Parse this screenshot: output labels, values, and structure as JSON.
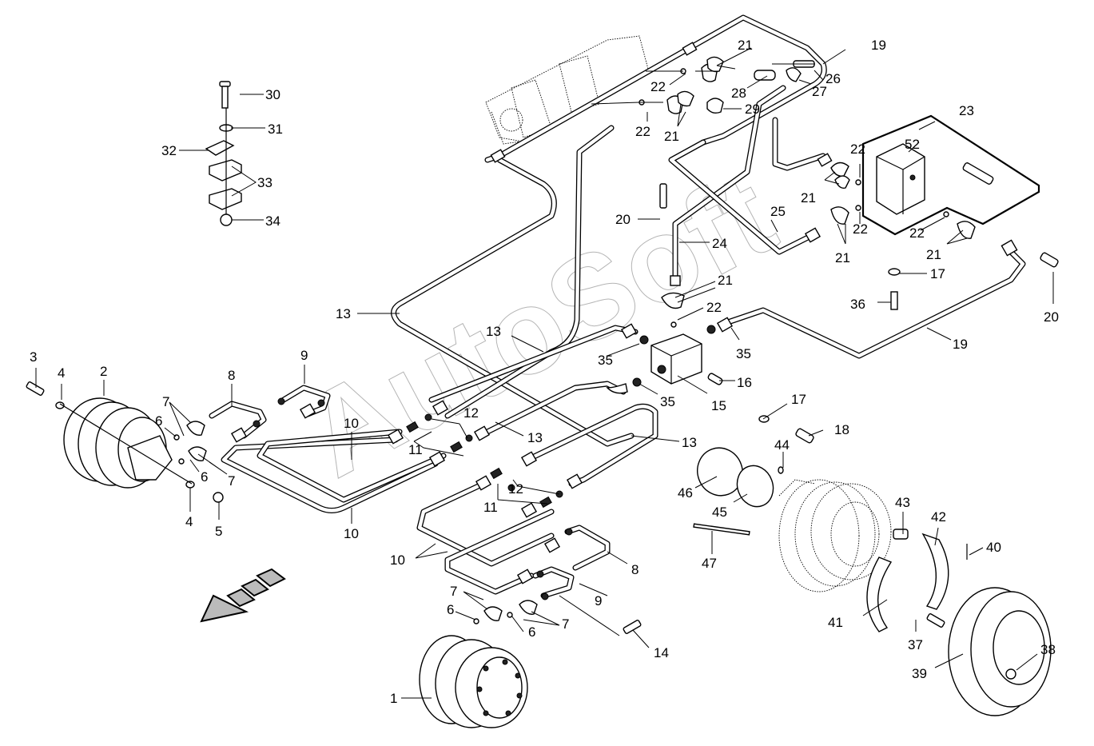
{
  "diagram": {
    "title": "Hydraulic travel motor and brake line layout (exploded parts view)",
    "watermark": "AutoSoft",
    "direction_arrow": "front-direction-arrow"
  },
  "callouts": [
    {
      "id": "c1",
      "text": "1"
    },
    {
      "id": "c2",
      "text": "2"
    },
    {
      "id": "c3",
      "text": "3"
    },
    {
      "id": "c4a",
      "text": "4"
    },
    {
      "id": "c4b",
      "text": "4"
    },
    {
      "id": "c5",
      "text": "5"
    },
    {
      "id": "c6a",
      "text": "6"
    },
    {
      "id": "c6b",
      "text": "6"
    },
    {
      "id": "c6c",
      "text": "6"
    },
    {
      "id": "c6d",
      "text": "6"
    },
    {
      "id": "c7a",
      "text": "7"
    },
    {
      "id": "c7b",
      "text": "7"
    },
    {
      "id": "c7c",
      "text": "7"
    },
    {
      "id": "c7d",
      "text": "7"
    },
    {
      "id": "c8a",
      "text": "8"
    },
    {
      "id": "c8b",
      "text": "8"
    },
    {
      "id": "c9a",
      "text": "9"
    },
    {
      "id": "c9b",
      "text": "9"
    },
    {
      "id": "c10a",
      "text": "10"
    },
    {
      "id": "c10b",
      "text": "10"
    },
    {
      "id": "c10c",
      "text": "10"
    },
    {
      "id": "c11a",
      "text": "11"
    },
    {
      "id": "c11b",
      "text": "11"
    },
    {
      "id": "c12a",
      "text": "12"
    },
    {
      "id": "c12b",
      "text": "12"
    },
    {
      "id": "c13a",
      "text": "13"
    },
    {
      "id": "c13b",
      "text": "13"
    },
    {
      "id": "c13c",
      "text": "13"
    },
    {
      "id": "c13d",
      "text": "13"
    },
    {
      "id": "c14",
      "text": "14"
    },
    {
      "id": "c15",
      "text": "15"
    },
    {
      "id": "c16",
      "text": "16"
    },
    {
      "id": "c17a",
      "text": "17"
    },
    {
      "id": "c17b",
      "text": "17"
    },
    {
      "id": "c18",
      "text": "18"
    },
    {
      "id": "c19a",
      "text": "19"
    },
    {
      "id": "c19b",
      "text": "19"
    },
    {
      "id": "c20a",
      "text": "20"
    },
    {
      "id": "c20b",
      "text": "20"
    },
    {
      "id": "c21a",
      "text": "21"
    },
    {
      "id": "c21b",
      "text": "21"
    },
    {
      "id": "c21c",
      "text": "21"
    },
    {
      "id": "c21d",
      "text": "21"
    },
    {
      "id": "c21e",
      "text": "21"
    },
    {
      "id": "c21f",
      "text": "21"
    },
    {
      "id": "c22a",
      "text": "22"
    },
    {
      "id": "c22b",
      "text": "22"
    },
    {
      "id": "c22c",
      "text": "22"
    },
    {
      "id": "c22d",
      "text": "22"
    },
    {
      "id": "c22e",
      "text": "22"
    },
    {
      "id": "c22f",
      "text": "22"
    },
    {
      "id": "c23",
      "text": "23"
    },
    {
      "id": "c24",
      "text": "24"
    },
    {
      "id": "c25",
      "text": "25"
    },
    {
      "id": "c26",
      "text": "26"
    },
    {
      "id": "c27",
      "text": "27"
    },
    {
      "id": "c28",
      "text": "28"
    },
    {
      "id": "c29",
      "text": "29"
    },
    {
      "id": "c30",
      "text": "30"
    },
    {
      "id": "c31",
      "text": "31"
    },
    {
      "id": "c32",
      "text": "32"
    },
    {
      "id": "c33",
      "text": "33"
    },
    {
      "id": "c34",
      "text": "34"
    },
    {
      "id": "c35a",
      "text": "35"
    },
    {
      "id": "c35b",
      "text": "35"
    },
    {
      "id": "c35c",
      "text": "35"
    },
    {
      "id": "c36",
      "text": "36"
    },
    {
      "id": "c37",
      "text": "37"
    },
    {
      "id": "c38",
      "text": "38"
    },
    {
      "id": "c39",
      "text": "39"
    },
    {
      "id": "c40",
      "text": "40"
    },
    {
      "id": "c41",
      "text": "41"
    },
    {
      "id": "c42",
      "text": "42"
    },
    {
      "id": "c43",
      "text": "43"
    },
    {
      "id": "c44",
      "text": "44"
    },
    {
      "id": "c45",
      "text": "45"
    },
    {
      "id": "c46",
      "text": "46"
    },
    {
      "id": "c47",
      "text": "47"
    },
    {
      "id": "c52",
      "text": "52"
    }
  ]
}
